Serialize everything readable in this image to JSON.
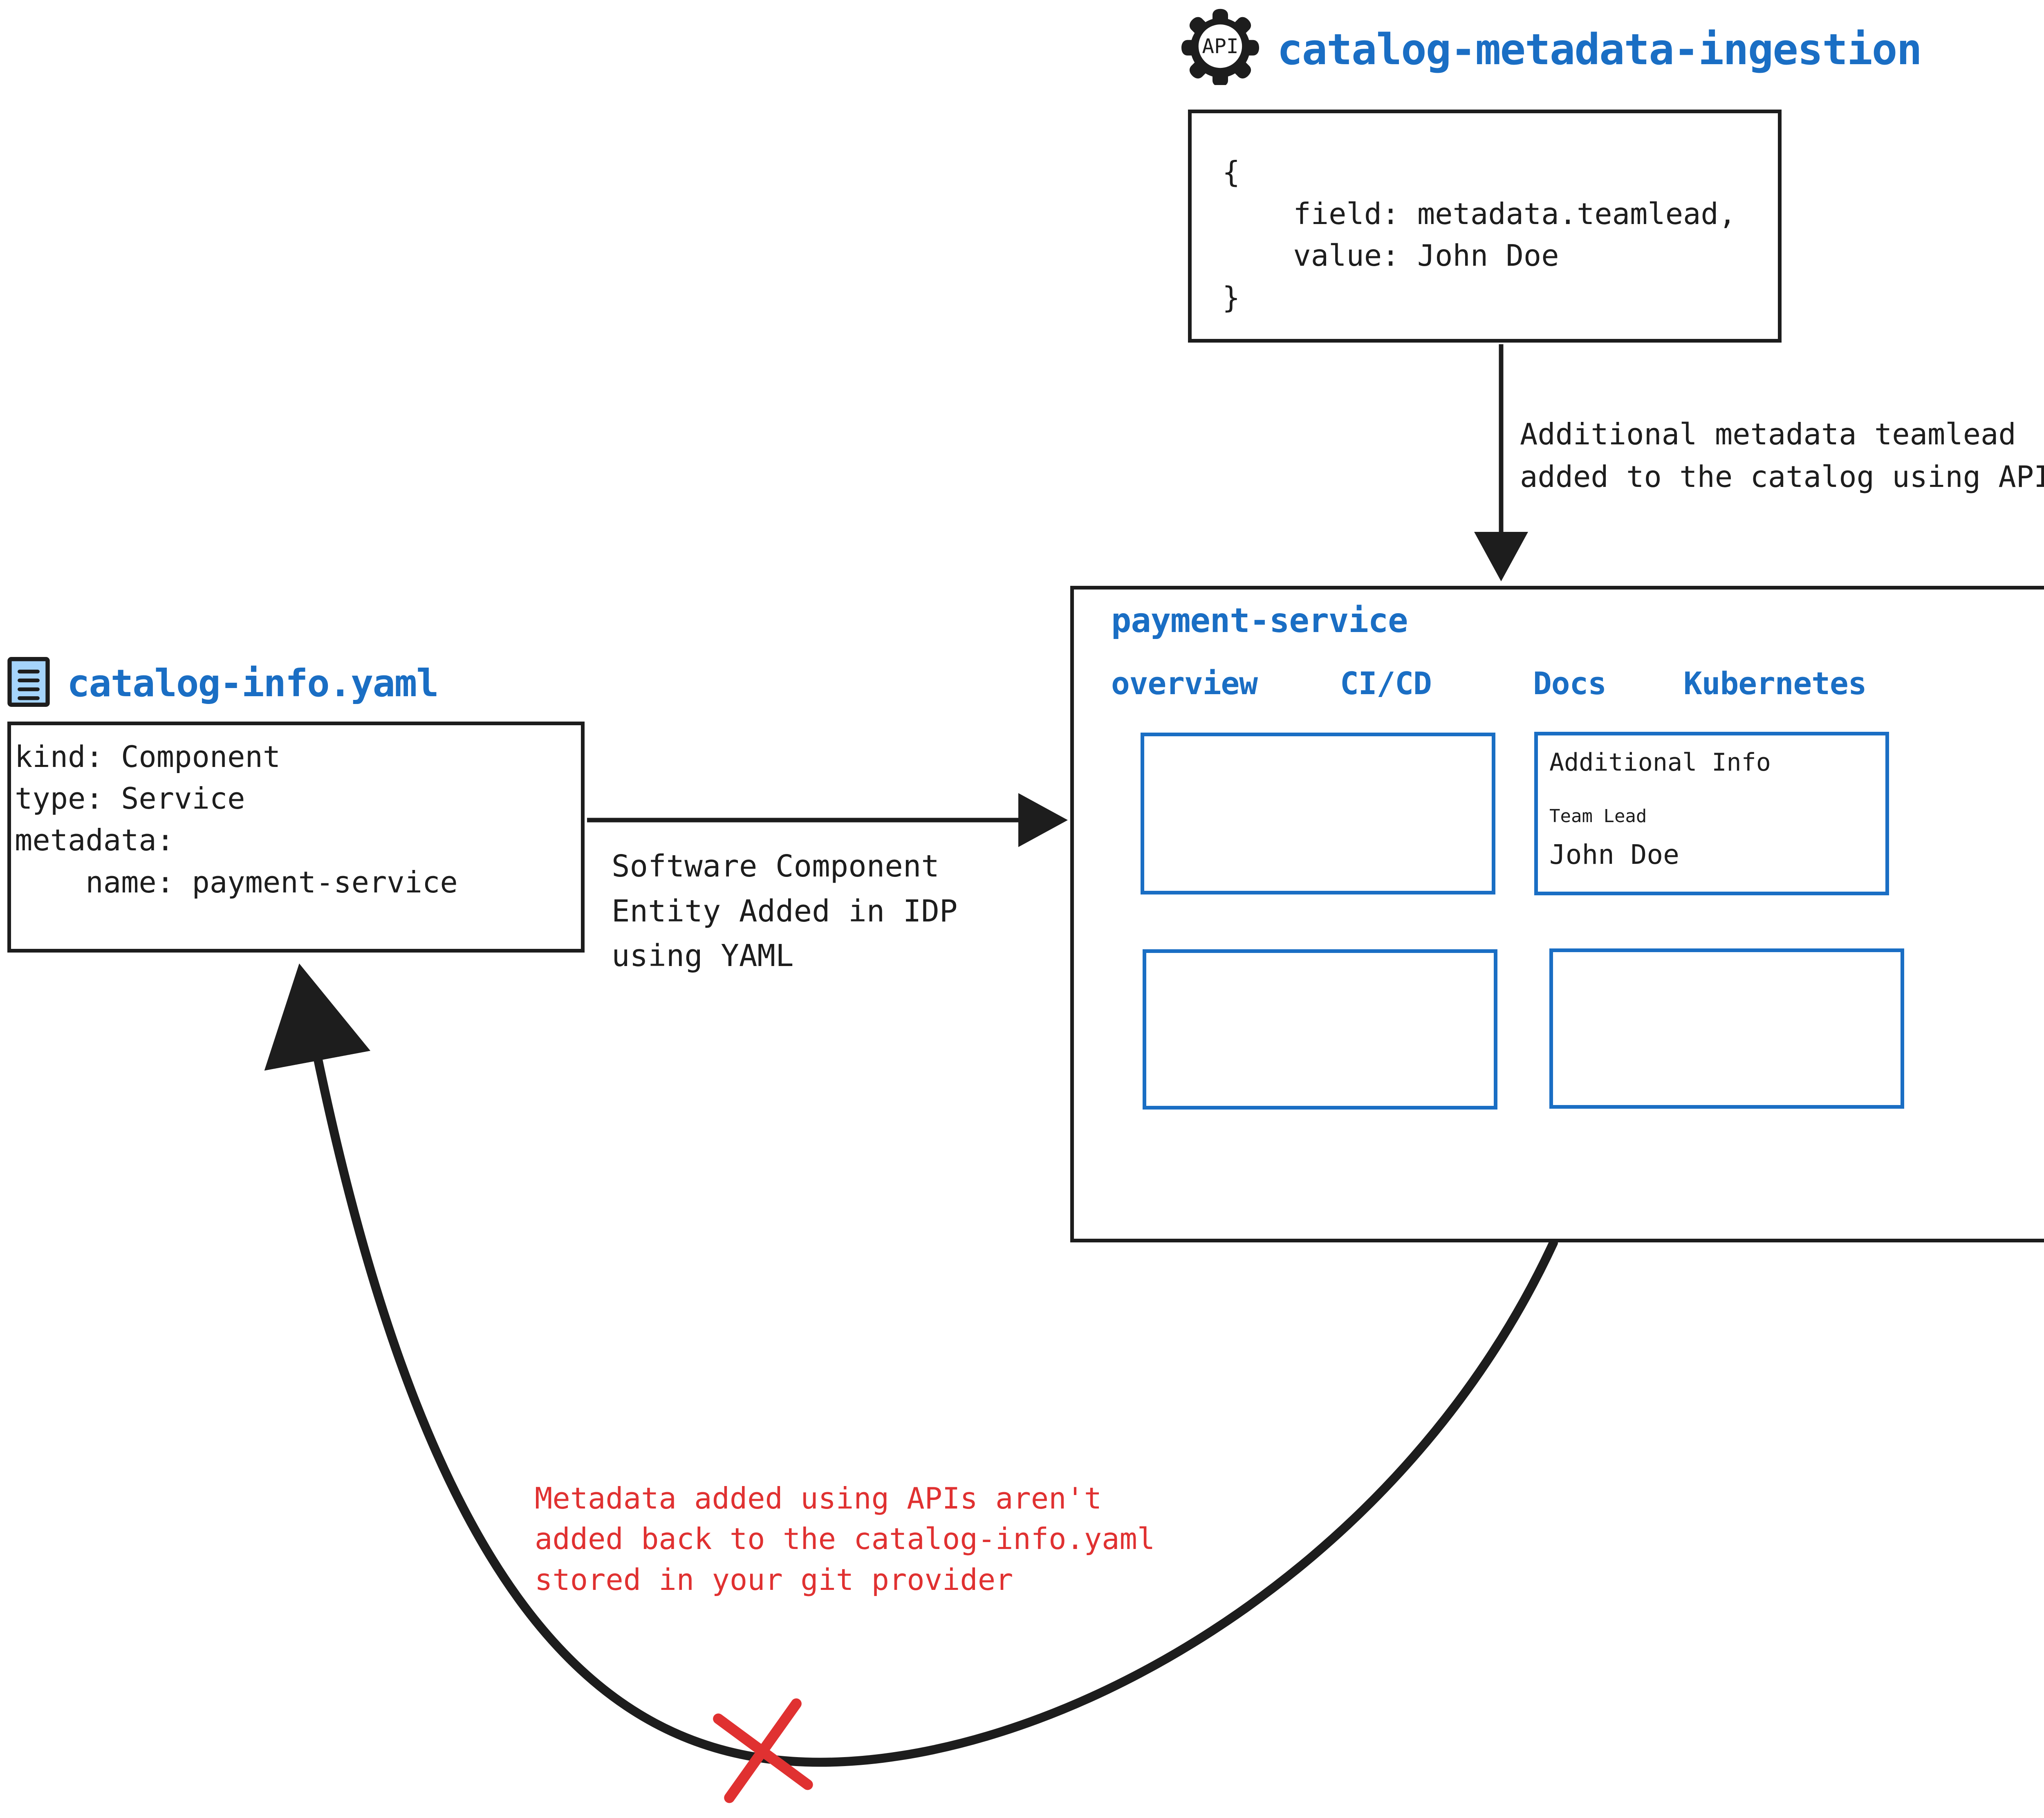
{
  "api_section": {
    "icon": "api-gear-icon",
    "title": "catalog-metadata-ingestion",
    "payload": "{\n    field: metadata.teamlead,\n    value: John Doe\n}",
    "arrow_label": "Additional metadata teamlead\nadded to the catalog using APIs"
  },
  "yaml_section": {
    "icon": "yaml-file-icon",
    "title": "catalog-info.yaml",
    "content": "kind: Component\ntype: Service\nmetadata:\n    name: payment-service",
    "arrow_label": "Software Component\nEntity Added in IDP\nusing YAML"
  },
  "service_panel": {
    "title": "payment-service",
    "tabs": [
      {
        "label": "overview"
      },
      {
        "label": "CI/CD"
      },
      {
        "label": "Docs"
      },
      {
        "label": "Kubernetes"
      }
    ],
    "cards": {
      "top_left": {
        "content": ""
      },
      "top_right": {
        "heading": "Additional Info",
        "subheading": "Team Lead",
        "value": "John Doe"
      },
      "bottom_left": {
        "content": ""
      },
      "bottom_right": {
        "content": ""
      }
    }
  },
  "warning": {
    "text": "Metadata added using APIs aren't\nadded back to the catalog-info.yaml\nstored in your git provider",
    "marker": "red-x-cross-icon"
  },
  "colors": {
    "accent_blue": "#1a6ec4",
    "icon_fill_blue": "#a5d4fb",
    "warning_red": "#e03131",
    "stroke_black": "#1d1d1d"
  }
}
